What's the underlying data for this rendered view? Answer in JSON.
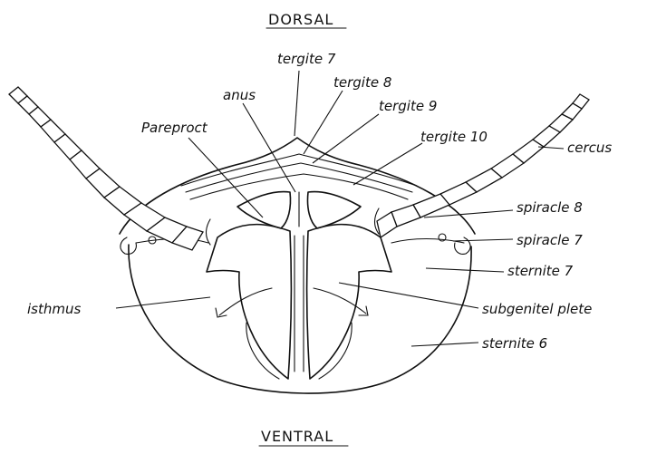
{
  "orientation": {
    "top": "DORSAL",
    "bottom": "VENTRAL"
  },
  "labels": {
    "tergite7": "tergite 7",
    "tergite8": "tergite 8",
    "tergite9": "tergite 9",
    "tergite10": "tergite 10",
    "anus": "anus",
    "paraproct": "Pareproct",
    "cercus": "cercus",
    "spiracle8": "spiracle 8",
    "spiracle7": "spiracle 7",
    "sternite7": "sternite 7",
    "isthmus": "isthmus",
    "subgenital_plate": "subgenitel plete",
    "sternite6": "sternite 6"
  },
  "colors": {
    "ink": "#111111",
    "background": "#ffffff"
  }
}
